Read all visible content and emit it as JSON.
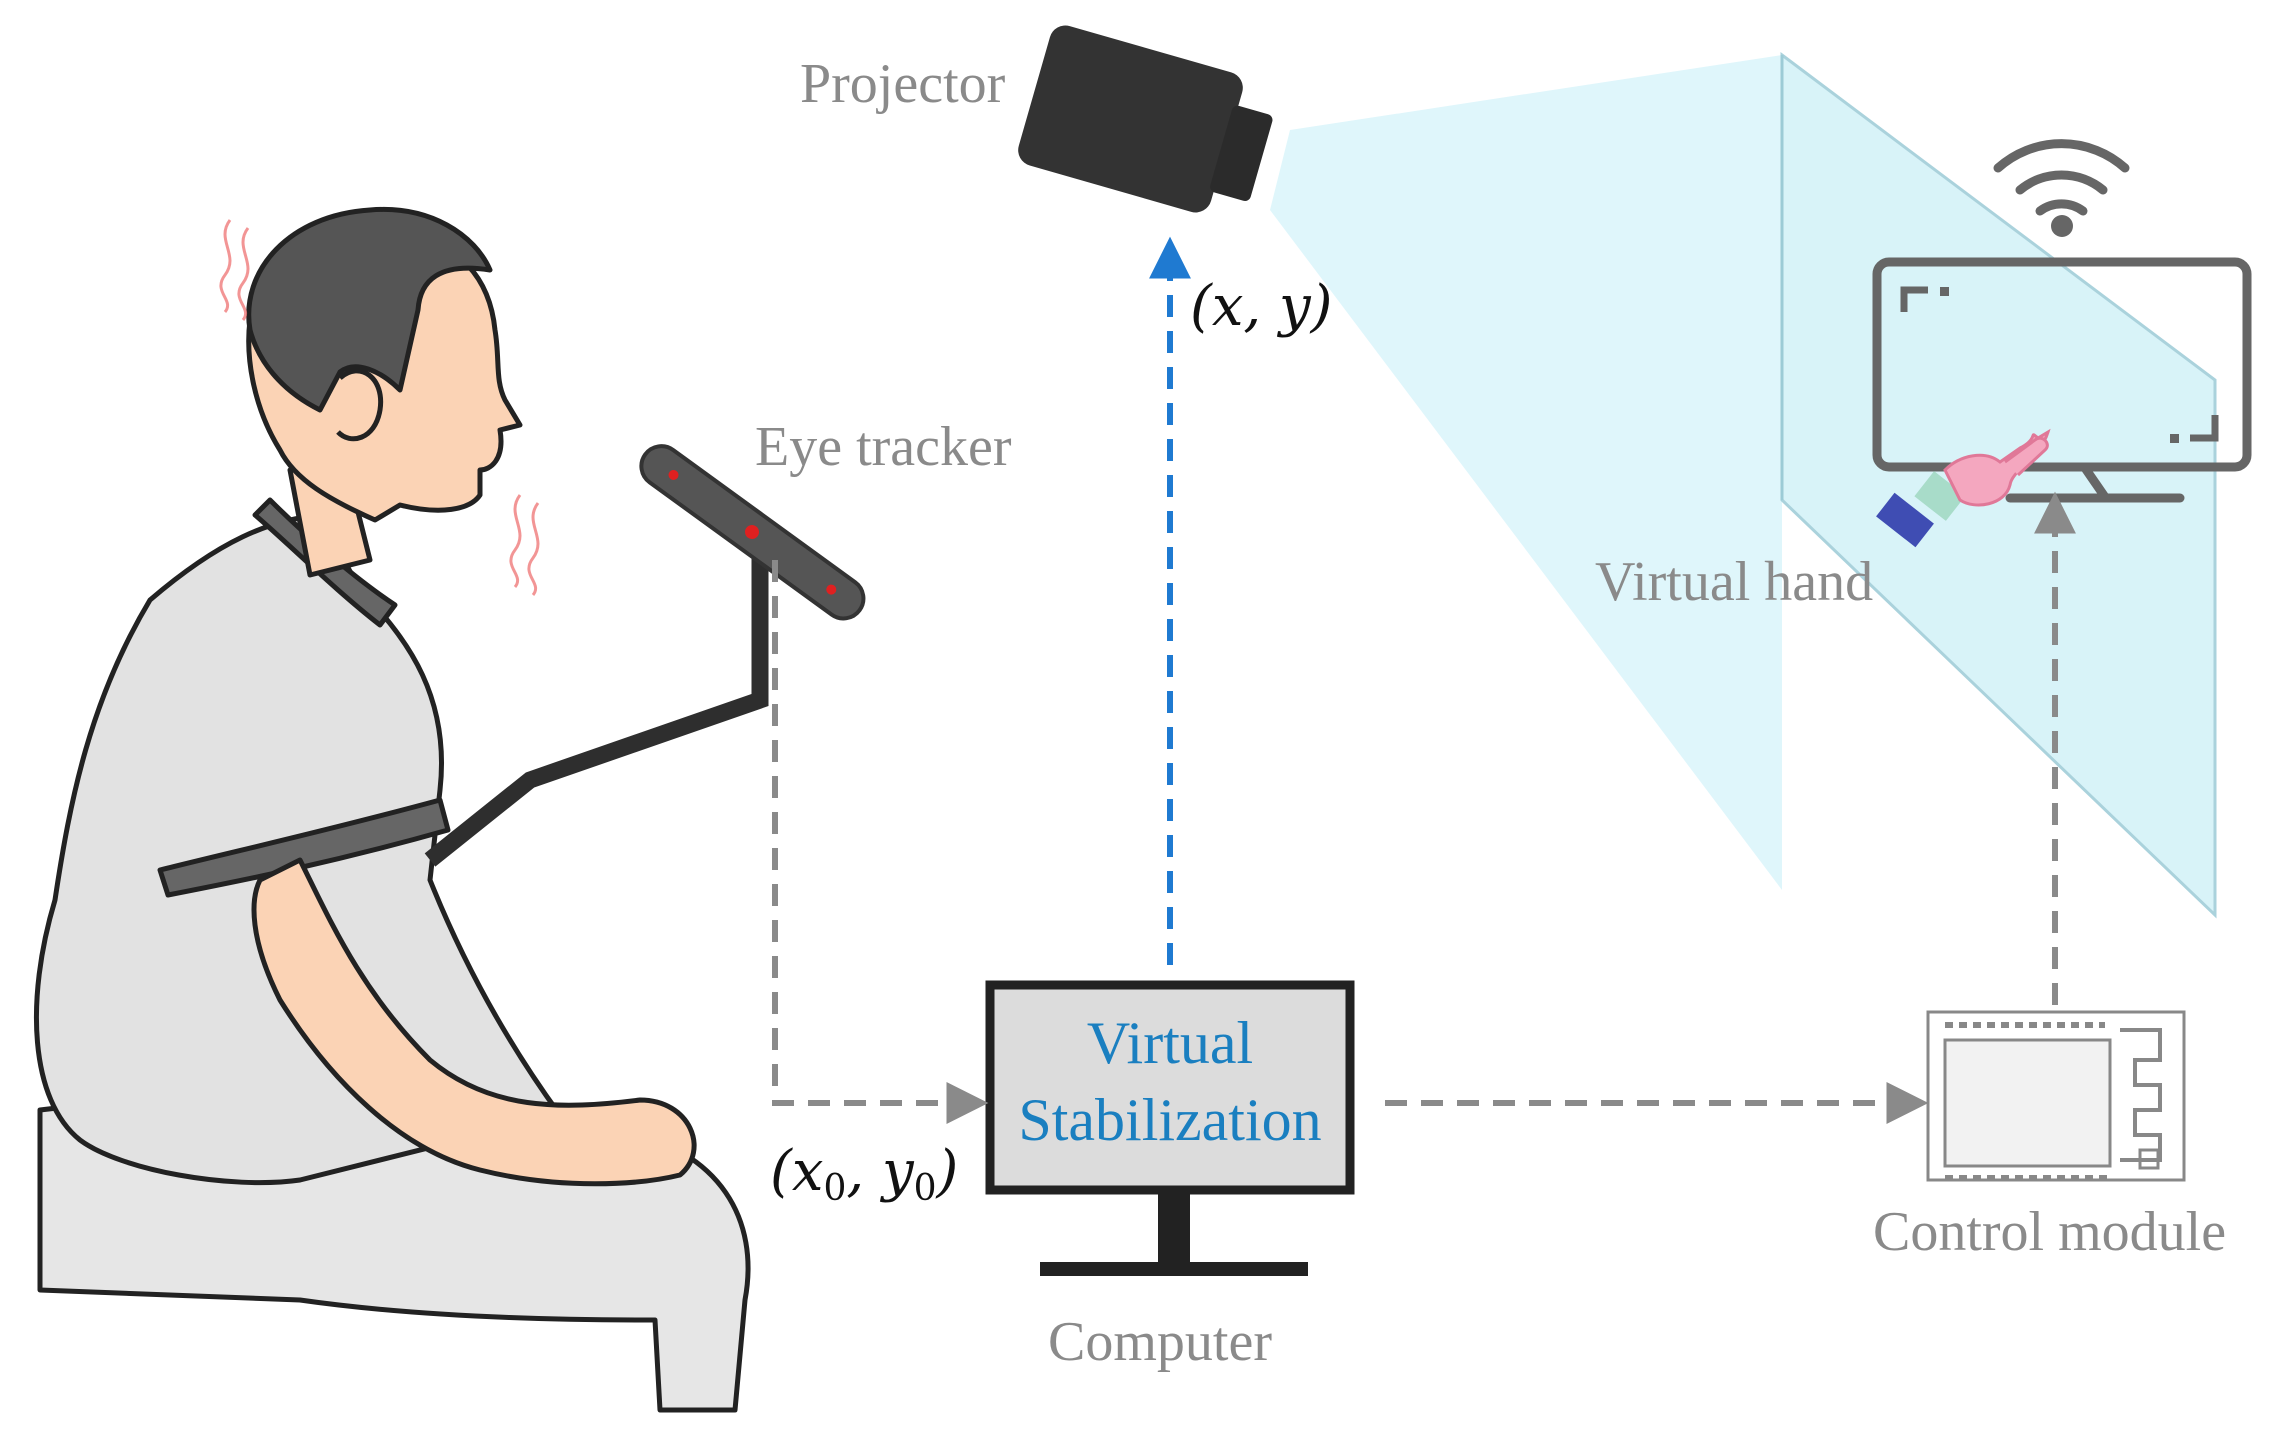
{
  "labels": {
    "projector": "Projector",
    "eye_tracker": "Eye tracker",
    "virtual_hand": "Virtual hand",
    "computer": "Computer",
    "control_module": "Control module",
    "screen_line1": "Virtual",
    "screen_line2": "Stabilization"
  },
  "coordinates": {
    "projected": "(x, y)",
    "raw_x": "x",
    "raw_y": "y",
    "raw_sub": "0"
  },
  "colors": {
    "label_gray": "#8a8a8a",
    "accent_blue": "#1a7fc0",
    "projection_blue": "#dff6fb",
    "arrow_gray": "#8a8a8a",
    "arrow_blue": "#1f7ad1",
    "skin": "#fbd3b5",
    "shirt": "#e2e2e2",
    "hair": "#555555",
    "device_dark": "#333333"
  },
  "icons": [
    "projector-icon",
    "eye-tracker-icon",
    "monitor-icon",
    "wifi-icon",
    "control-module-icon",
    "virtual-hand-icon",
    "person-figure"
  ]
}
